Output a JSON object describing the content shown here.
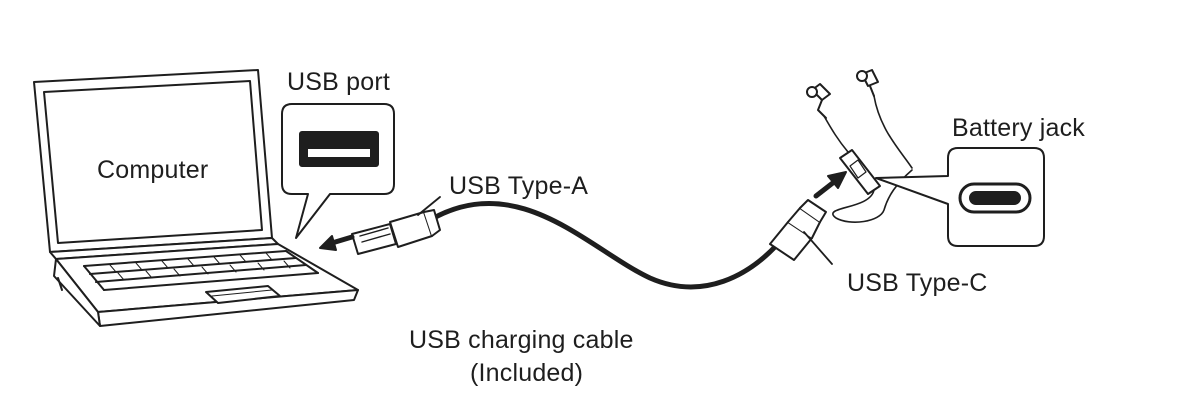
{
  "labels": {
    "computer": "Computer",
    "usb_port": "USB port",
    "usb_type_a": "USB Type-A",
    "battery_jack": "Battery jack",
    "usb_type_c": "USB Type-C",
    "cable": "USB charging cable",
    "included": "(Included)"
  },
  "colors": {
    "line": "#1e1e1e",
    "background": "#ffffff"
  },
  "icons": [
    "laptop-icon",
    "usb-a-port-icon",
    "usb-a-plug-icon",
    "usb-c-plug-icon",
    "usb-c-jack-icon",
    "earphones-icon",
    "arrow-icon"
  ]
}
